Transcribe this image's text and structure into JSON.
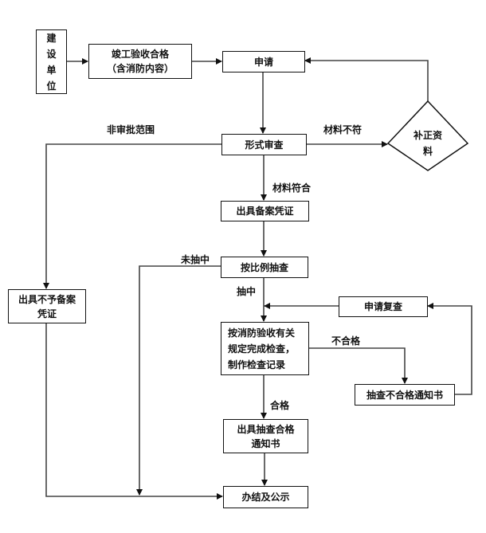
{
  "nodes": {
    "builder": "建\n设\n单\n位",
    "builder_chars": [
      "建",
      "设",
      "单",
      "位"
    ],
    "completion": [
      "竣工验收合格",
      "（含消防内容）"
    ],
    "apply": "申请",
    "supplement": [
      "补正资",
      "料"
    ],
    "formal_review": "形式审查",
    "issue_record": "出具备案凭证",
    "sampling": "按比例抽查",
    "reject_record": [
      "出具不予备案",
      "凭证"
    ],
    "reapply": "申请复查",
    "inspection": [
      "按消防验收有关",
      "规定完成检查，",
      "制作检查记录"
    ],
    "fail_notice": "抽查不合格通知书",
    "pass_notice": [
      "出具抽查合格",
      "通知书"
    ],
    "finish": "办结及公示"
  },
  "edge_labels": {
    "not_in_scope": "非审批范围",
    "material_mismatch": "材料不符",
    "material_match": "材料符合",
    "not_sampled": "未抽中",
    "sampled": "抽中",
    "failed": "不合格",
    "passed": "合格"
  }
}
